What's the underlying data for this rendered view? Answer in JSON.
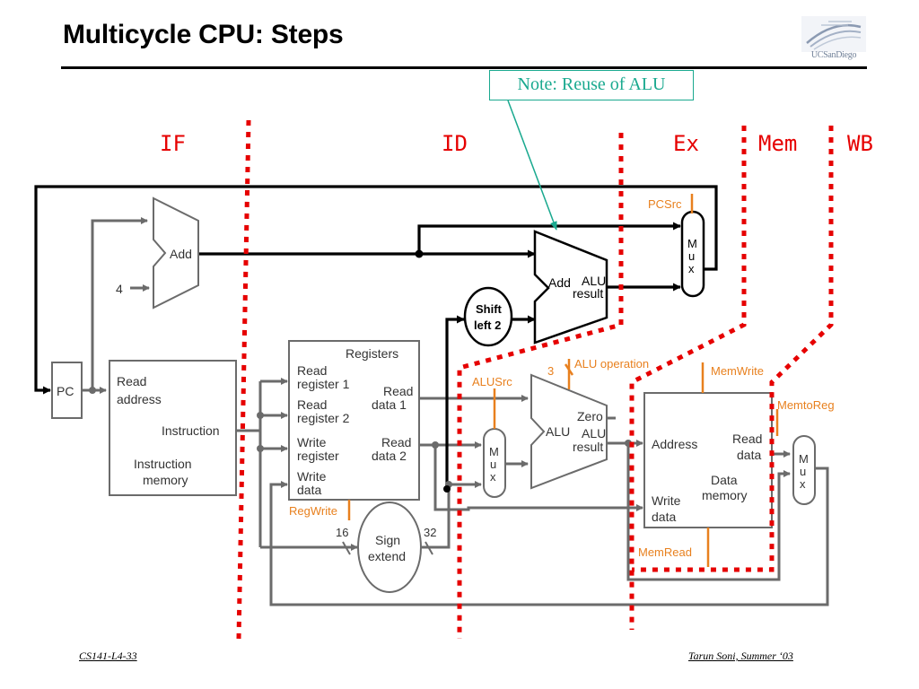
{
  "title": "Multicycle CPU: Steps",
  "logo_text": "UCSanDiego",
  "note": "Note: Reuse of ALU",
  "stages": [
    "IF",
    "ID",
    "Ex",
    "Mem",
    "WB"
  ],
  "components": {
    "pc": "PC",
    "adder": "Add",
    "constant_four": "4",
    "imem_read_address": [
      "Read",
      "address"
    ],
    "imem_instruction": "Instruction",
    "imem_name": [
      "Instruction",
      "memory"
    ],
    "registers_title": "Registers",
    "read_register_1": [
      "Read",
      "register 1"
    ],
    "read_register_2": [
      "Read",
      "register 2"
    ],
    "write_register": [
      "Write",
      "register"
    ],
    "write_data": [
      "Write",
      "data"
    ],
    "read_data_1": [
      "Read",
      "data 1"
    ],
    "read_data_2": [
      "Read",
      "data 2"
    ],
    "shift_left": [
      "Shift",
      "left 2"
    ],
    "sign_extend": [
      "Sign",
      "extend"
    ],
    "bits_16": "16",
    "bits_32": "32",
    "branch_add": "Add",
    "branch_alu_result": [
      "ALU",
      "result"
    ],
    "alu": "ALU",
    "alu_zero": "Zero",
    "alu_result": [
      "ALU",
      "result"
    ],
    "alu_op_bits": "3",
    "mux": [
      "M",
      "u",
      "x"
    ],
    "dmem_address": "Address",
    "dmem_read_data": [
      "Read",
      "data"
    ],
    "dmem_write_data": [
      "Write",
      "data"
    ],
    "dmem_name": [
      "Data",
      "memory"
    ]
  },
  "control_signals": {
    "pcsrc": "PCSrc",
    "alu_operation": "ALU operation",
    "alusrc": "ALUSrc",
    "memwrite": "MemWrite",
    "memtoreg": "MemtoReg",
    "regwrite": "RegWrite",
    "memread": "MemRead"
  },
  "colors": {
    "datapath": "#6b6b6b",
    "highlight": "#000000",
    "control": "#e8801e",
    "stage_divider": "#e60000",
    "note": "#1aa98f"
  },
  "footer": {
    "left": "CS141-L4-33",
    "right": "Tarun Soni, Summer ‘03"
  }
}
